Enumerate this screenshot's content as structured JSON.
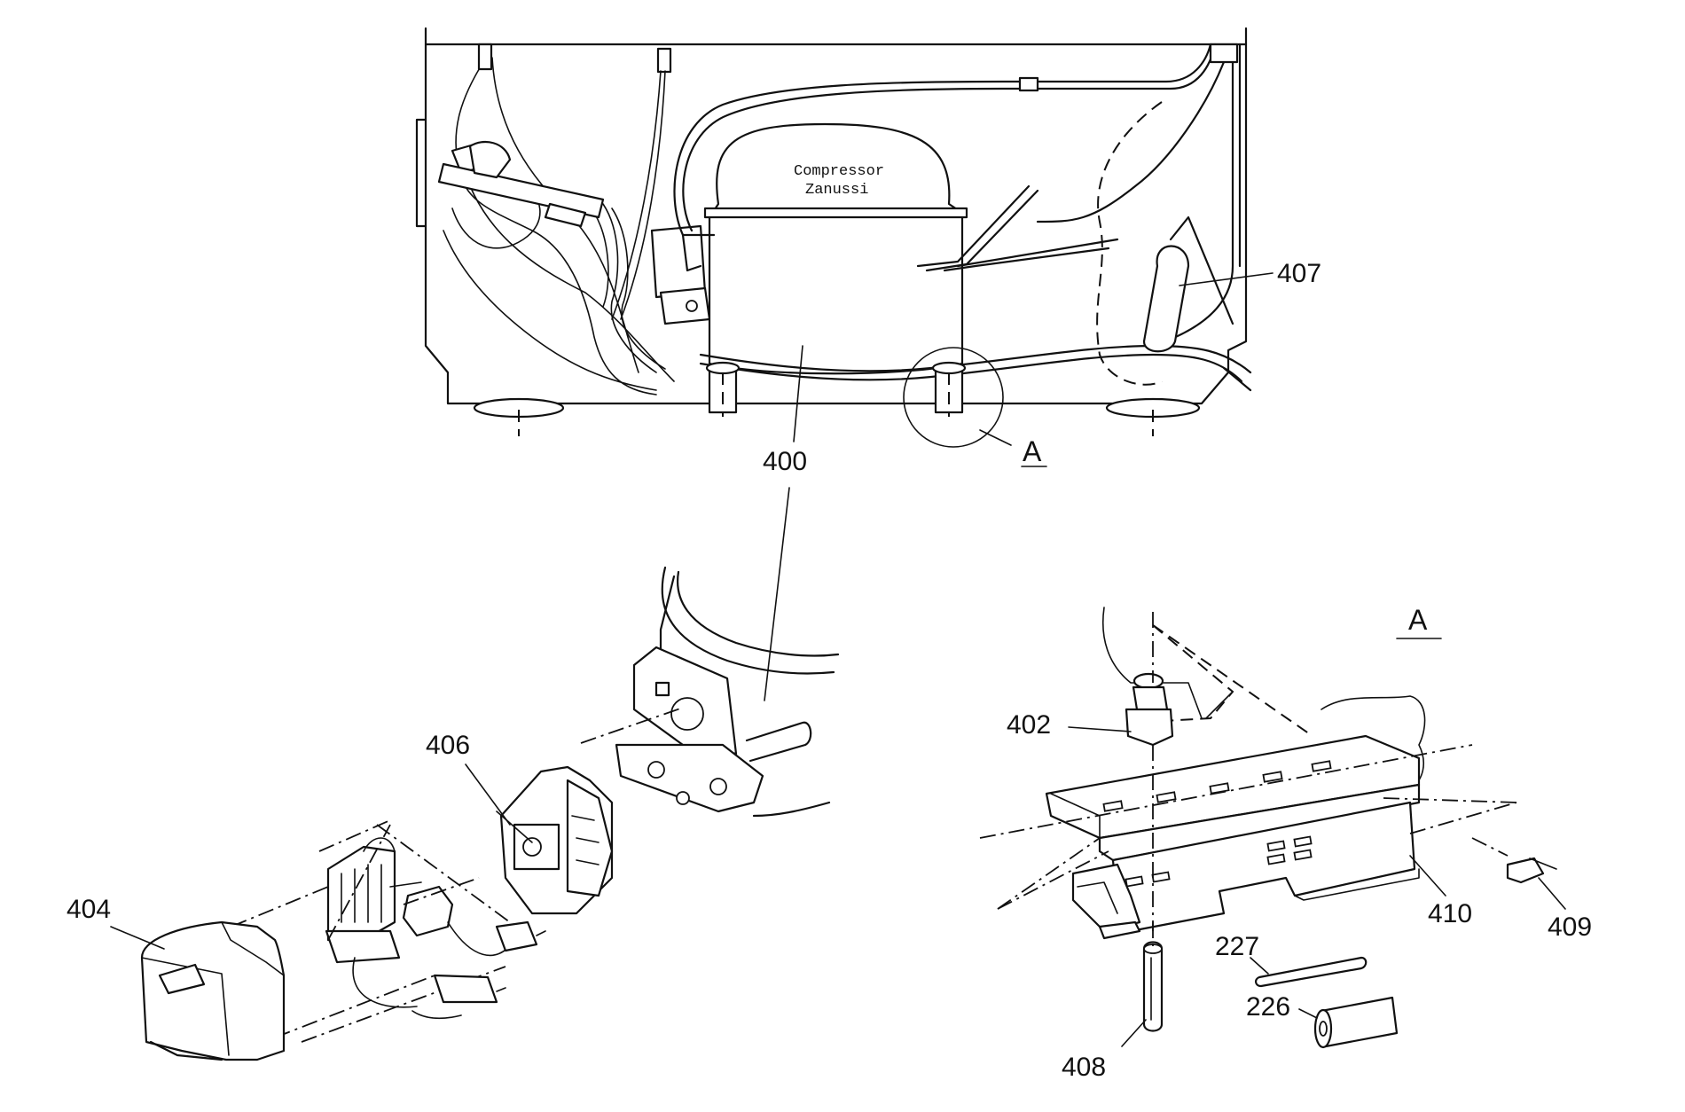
{
  "compressor_text": {
    "line1": "Compressor",
    "line2": "Zanussi"
  },
  "detail_ref": "A",
  "parts": {
    "p400": "400",
    "p402": "402",
    "p404": "404",
    "p406": "406",
    "p407": "407",
    "p408": "408",
    "p409": "409",
    "p410": "410",
    "p226": "226",
    "p227": "227"
  },
  "detail_title": "A"
}
